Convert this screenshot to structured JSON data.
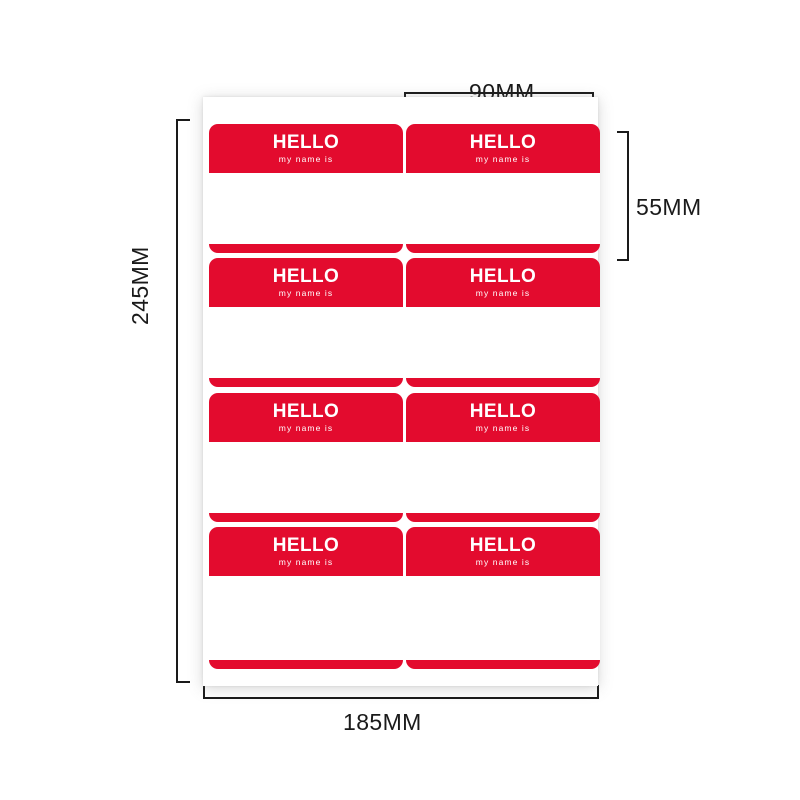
{
  "background_color": "#ffffff",
  "sheet": {
    "name": "name-badge-label-sheet",
    "color": "#ffffff",
    "label_color": "#E30B2E",
    "text_color": "#ffffff",
    "rows": 4,
    "columns": 2,
    "label_count": 8,
    "labels": [
      {
        "title": "HELLO",
        "subtitle": "my name is"
      },
      {
        "title": "HELLO",
        "subtitle": "my name is"
      },
      {
        "title": "HELLO",
        "subtitle": "my name is"
      },
      {
        "title": "HELLO",
        "subtitle": "my name is"
      },
      {
        "title": "HELLO",
        "subtitle": "my name is"
      },
      {
        "title": "HELLO",
        "subtitle": "my name is"
      },
      {
        "title": "HELLO",
        "subtitle": "my name is"
      },
      {
        "title": "HELLO",
        "subtitle": "my name is"
      }
    ]
  },
  "dimensions": {
    "label_width": "90MM",
    "label_height": "55MM",
    "sheet_height": "245MM",
    "sheet_width": "185MM",
    "line_color": "#1a1a1a"
  }
}
